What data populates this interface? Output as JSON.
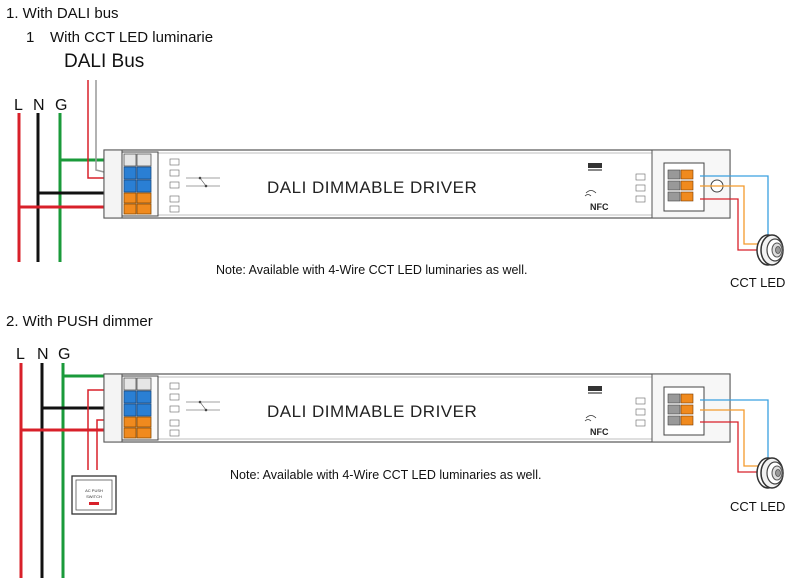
{
  "section1": {
    "heading": "1. With DALI bus",
    "subheading_num": "1",
    "subheading": "With CCT LED luminarie",
    "bus_label": "DALI Bus",
    "wire_L": "L",
    "wire_N": "N",
    "wire_G": "G",
    "driver_title": "DALI DIMMABLE DRIVER",
    "nfc": "NFC",
    "note": "Note: Available with 4-Wire CCT LED luminaries as well.",
    "output_label": "CCT LED"
  },
  "section2": {
    "heading": "2. With PUSH dimmer",
    "wire_L": "L",
    "wire_N": "N",
    "wire_G": "G",
    "driver_title": "DALI DIMMABLE DRIVER",
    "nfc": "NFC",
    "switch_line1": "AC PUSH",
    "switch_line2": "SWITCH",
    "note": "Note: Available with 4-Wire CCT LED luminaries as well.",
    "output_label": "CCT LED"
  },
  "colors": {
    "live": "#d8202a",
    "neutral": "#111111",
    "ground": "#1a9a3a",
    "terminal_blue": "#2a7fd4",
    "terminal_orange": "#f08a1e",
    "led_orange": "#f39a2c",
    "led_blue": "#3aa0e0"
  }
}
